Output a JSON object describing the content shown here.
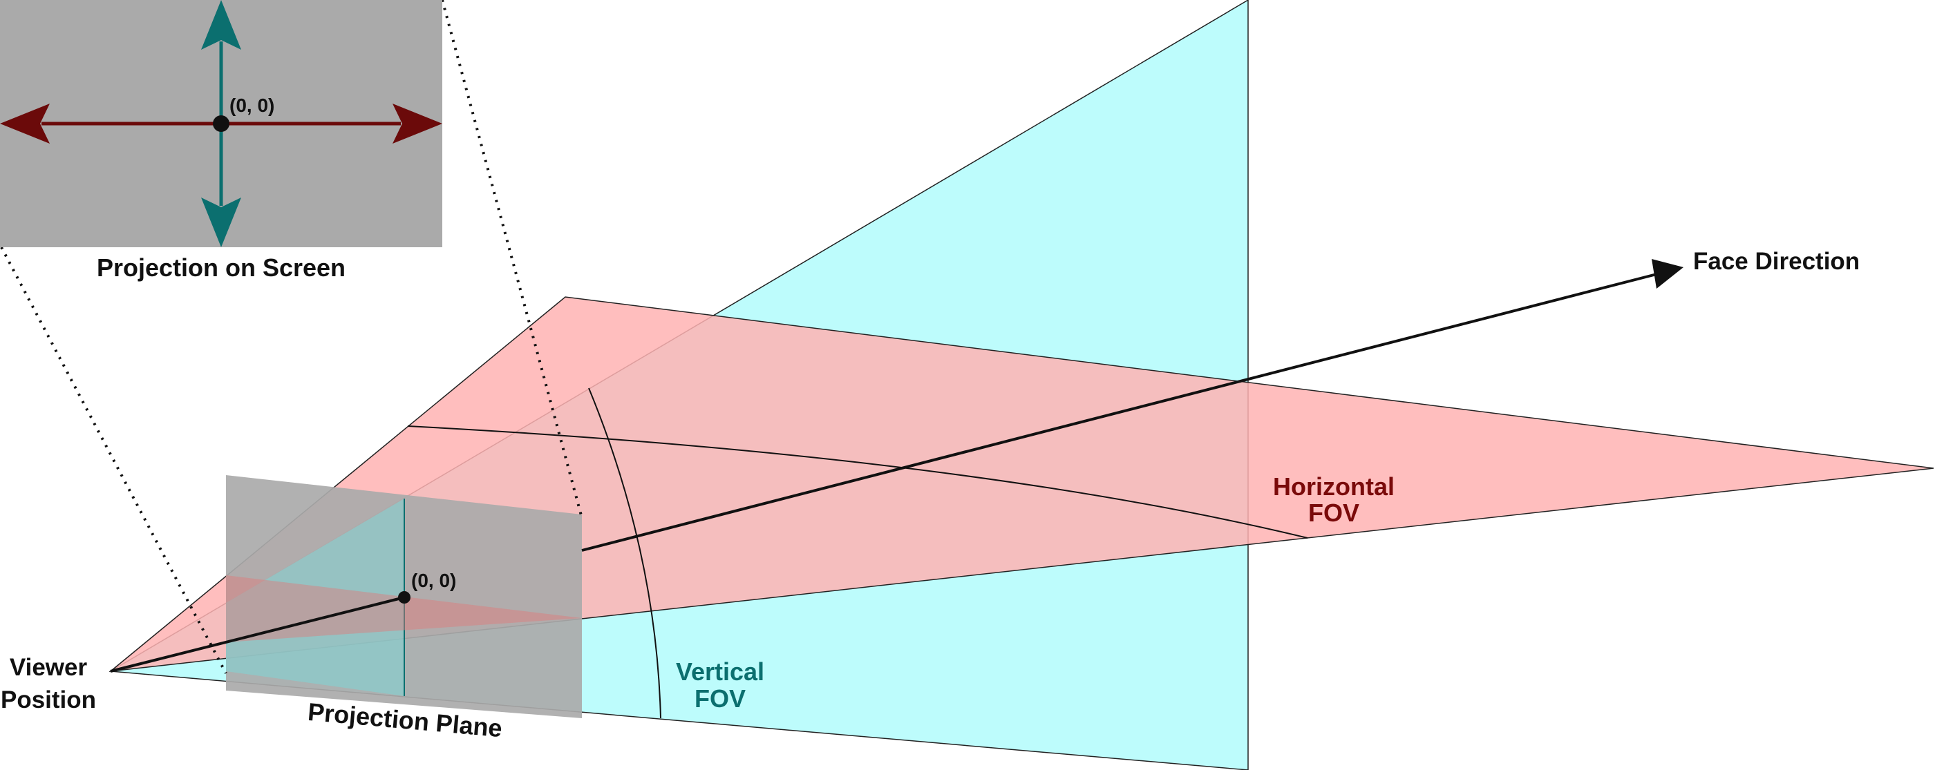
{
  "labels": {
    "projection_on_screen": "Projection on Screen",
    "face_direction": "Face Direction",
    "horizontal_fov_line1": "Horizontal",
    "horizontal_fov_line2": "FOV",
    "vertical_fov_line1": "Vertical",
    "vertical_fov_line2": "FOV",
    "viewer_position_line1": "Viewer",
    "viewer_position_line2": "Position",
    "projection_plane": "Projection Plane",
    "origin_plane": "(0, 0)",
    "origin_screen": "(0, 0)"
  },
  "colors": {
    "horizontal_fov_fill": "#ffbcbc",
    "vertical_fov_fill": "#bdfcfc",
    "plane_gray": "#aaaaaa",
    "screen_gray": "#aaaaaa",
    "horizontal_axis": "#6b0a0a",
    "vertical_axis": "#0b6f6f",
    "horizontal_label": "#7a0a0a",
    "vertical_label": "#0b6f6f",
    "outline": "#111111"
  }
}
